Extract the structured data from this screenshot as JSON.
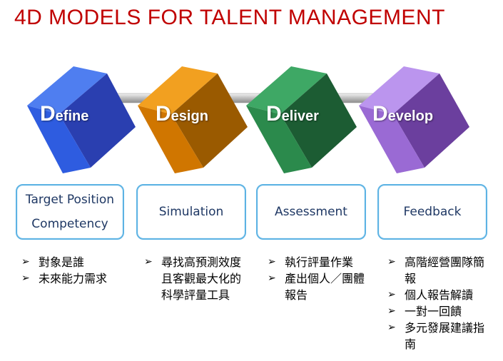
{
  "title": "4D MODELS FOR TALENT MANAGEMENT",
  "colors": {
    "title": "#c00000",
    "define": "#2f5bd6",
    "design": "#d97c00",
    "deliver": "#2e8b4e",
    "develop": "#9b6fd1",
    "box_border": "#5db3e4",
    "box_text": "#1f3864"
  },
  "stages": [
    {
      "initial": "D",
      "rest": "efine",
      "box_lines": [
        "Target Position",
        "Competency"
      ],
      "items": [
        "對象是誰",
        "未來能力需求"
      ]
    },
    {
      "initial": "D",
      "rest": "esign",
      "box_lines": [
        "Simulation"
      ],
      "items": [
        "尋找高預測效度且客觀最大化的科學評量工具"
      ]
    },
    {
      "initial": "D",
      "rest": "eliver",
      "box_lines": [
        "Assessment"
      ],
      "items": [
        "執行評量作業",
        "產出個人／團體報告"
      ]
    },
    {
      "initial": "D",
      "rest": "evelop",
      "box_lines": [
        "Feedback"
      ],
      "items": [
        "高階經營團隊簡報",
        "個人報告解讀",
        "一對一回饋",
        "多元發展建議指南"
      ]
    }
  ]
}
